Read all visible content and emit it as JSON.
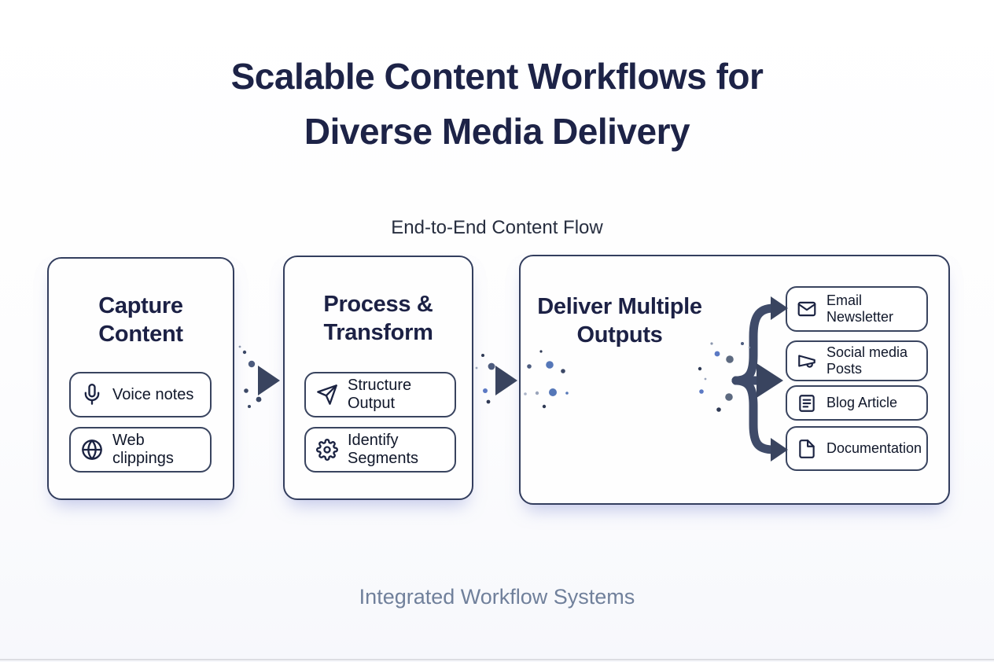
{
  "header": {
    "title_line1": "Scalable Content Workflows for",
    "title_line2": "Diverse Media Delivery"
  },
  "flow": {
    "label": "End-to-End Content Flow"
  },
  "stages": [
    {
      "title_line1": "Capture",
      "title_line2": "Content",
      "items": [
        {
          "icon": "microphone-icon",
          "label": "Voice notes"
        },
        {
          "icon": "globe-icon",
          "label": "Web clippings"
        }
      ]
    },
    {
      "title_line1": "Process &",
      "title_line2": "Transform",
      "items": [
        {
          "icon": "send-icon",
          "label": "Structure Output"
        },
        {
          "icon": "gear-icon",
          "label": "Identify Segments"
        }
      ]
    },
    {
      "title_line1": "Deliver Multiple",
      "title_line2": "Outputs",
      "items": [
        {
          "icon": "mail-icon",
          "label": "Email Newsletter"
        },
        {
          "icon": "megaphone-icon",
          "label": "Social media Posts"
        },
        {
          "icon": "article-icon",
          "label": "Blog Article"
        },
        {
          "icon": "file-icon",
          "label": "Documentation"
        }
      ]
    }
  ],
  "footer": {
    "label": "Integrated Workflow Systems"
  },
  "colors": {
    "title_text": "#1d2347",
    "box_border": "#333e5e",
    "arrow": "#3f4b69",
    "dot_blue": "#5b79c4",
    "dot_slate": "#5d6a80",
    "footer_text": "#70809b",
    "background": "#fbfbfe"
  }
}
